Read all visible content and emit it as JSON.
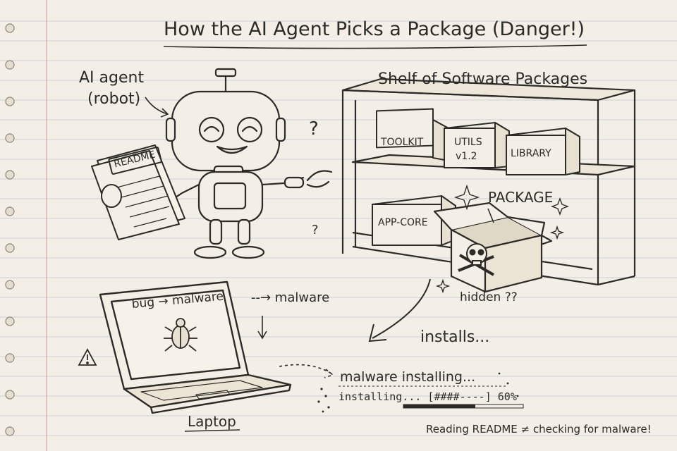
{
  "title": "How the AI Agent Picks a Package (Danger!)",
  "agent": {
    "label_line1": "AI agent",
    "label_line2": "(robot)",
    "readme": "README",
    "question": "?"
  },
  "shelf": {
    "title": "Shelf of Software Packages",
    "boxes": {
      "toolkit": "TOOLKIT",
      "utils_line1": "UTILS",
      "utils_line2": "v1.2",
      "library": "LIBRARY",
      "app_core": "APP-CORE"
    },
    "package_label": "PACKAGE",
    "hidden_label": "hidden ??"
  },
  "laptop": {
    "label": "Laptop",
    "screen_text": "bug → malware",
    "malware_arrow": "--→ malware"
  },
  "install": {
    "installs": "installs...",
    "installing_line": "malware installing...",
    "progress_text": "installing... [####----] 60%",
    "progress": 0.6
  },
  "footer_note": "Reading README ≠ checking for malware!",
  "colors": {
    "paper": "#f3efe6",
    "rule_line": "#c9cfd6",
    "margin_line": "#d8a4a4",
    "ink": "#2d2b28"
  },
  "icons": [
    "robot-icon",
    "readme-paper-icon",
    "cardboard-box-icon",
    "skull-crossbones-icon",
    "laptop-icon",
    "bug-icon",
    "warning-icon",
    "sparkle-icon"
  ]
}
